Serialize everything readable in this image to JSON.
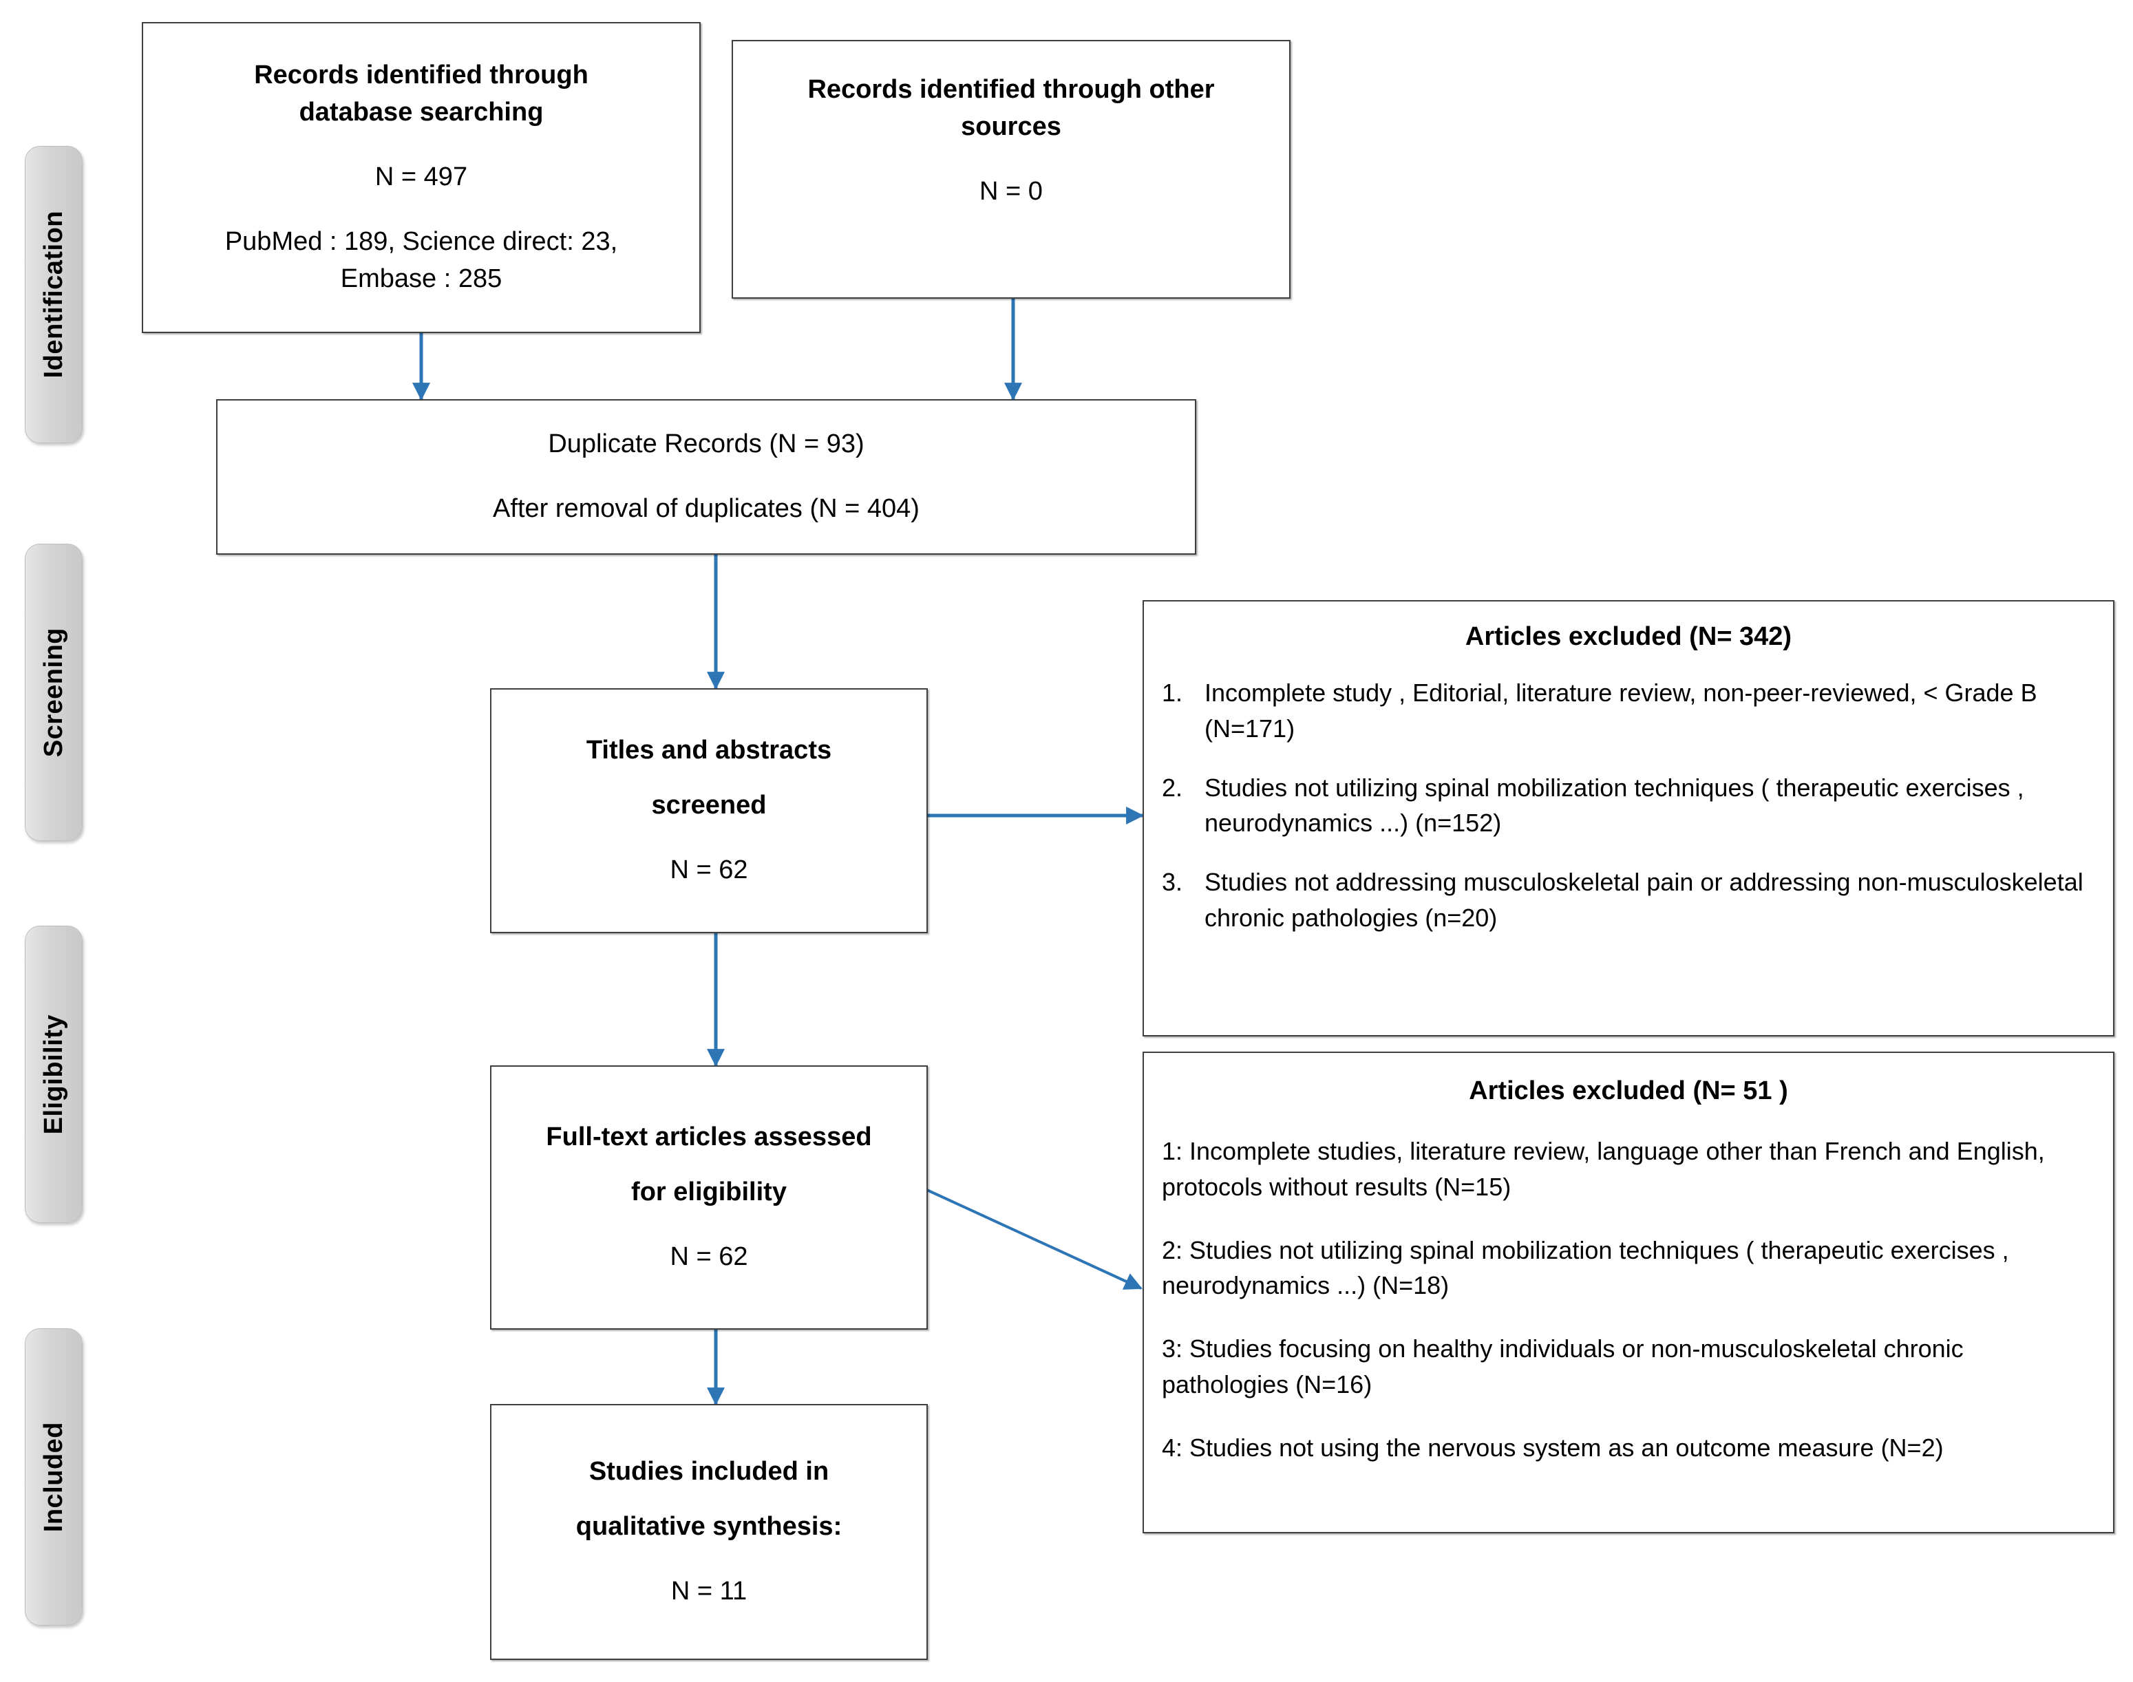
{
  "diagram": {
    "type": "prisma-flow-diagram",
    "accent_arrow_color": "#2E75B6",
    "box_border_color": "#3F3F3F",
    "stage_tab_color": "#D4D4D4"
  },
  "stages": [
    {
      "label": "Identification"
    },
    {
      "label": "Screening"
    },
    {
      "label": "Eligibility"
    },
    {
      "label": "Included"
    }
  ],
  "boxes": {
    "db_search": {
      "title_line1": "Records identified through",
      "title_line2": "database searching",
      "count": "N = 497",
      "breakdown_line1": "PubMed : 189, Science direct: 23,",
      "breakdown_line2": "Embase : 285"
    },
    "other_sources": {
      "title_line1": "Records identified through other",
      "title_line2": "sources",
      "count": "N = 0"
    },
    "duplicates": {
      "line1": "Duplicate Records (N = 93)",
      "line2": "After removal of duplicates (N = 404)"
    },
    "screened": {
      "title_line1": "Titles and abstracts",
      "title_line2": "screened",
      "count": "N = 62"
    },
    "fulltext": {
      "title_line1": "Full-text articles assessed",
      "title_line2": "for eligibility",
      "count": "N = 62"
    },
    "included": {
      "title_line1": "Studies included in",
      "title_line2": "qualitative synthesis:",
      "count": "N = 11"
    },
    "excluded_screening": {
      "title": "Articles excluded  (N= 342)",
      "items": [
        {
          "num": "1.",
          "text": "Incomplete  study , Editorial, literature review, non-peer-reviewed, < Grade B (N=171)"
        },
        {
          "num": "2.",
          "text": "Studies not utilizing spinal mobilization  techniques ( therapeutic exercises , neurodynamics ...) (n=152)"
        },
        {
          "num": "3.",
          "text": "Studies not addressing musculoskeletal  pain or addressing non-musculoskeletal  chronic pathologies (n=20)"
        }
      ]
    },
    "excluded_eligibility": {
      "title": "Articles excluded  (N= 51 )",
      "items": [
        {
          "text": "1: Incomplete  studies, literature review, language other than French and English, protocols without results (N=15)"
        },
        {
          "text": "2: Studies not utilizing spinal mobilization  techniques ( therapeutic exercises , neurodynamics ...) (N=18)"
        },
        {
          "text": "3: Studies focusing  on healthy individuals or non-musculoskeletal chronic pathologies (N=16)"
        },
        {
          "text": "4: Studies not using the nervous system as an outcome  measure  (N=2)"
        }
      ]
    }
  }
}
